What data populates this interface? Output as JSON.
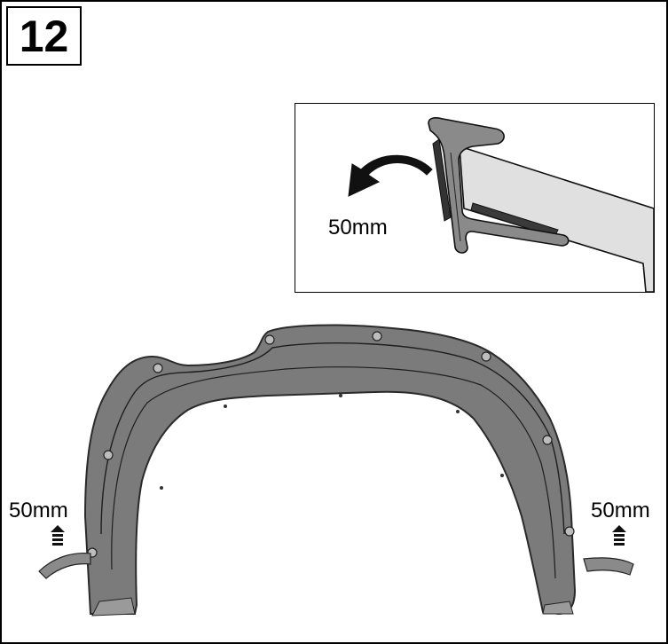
{
  "step": {
    "number": "12"
  },
  "detail": {
    "distance_label": "50mm"
  },
  "flare": {
    "left_distance_label": "50mm",
    "right_distance_label": "50mm"
  },
  "colors": {
    "flare_fill": "#7b7b7b",
    "flare_outline": "#2a2a2a",
    "seal_fill": "#8a8a8a",
    "panel_fill": "#e0e0e0",
    "tape_fill": "#3a3a3a"
  },
  "icons": {
    "detail_arrow": "curved-arrow-left-icon",
    "pull_arrow": "dashed-up-arrow-icon"
  }
}
